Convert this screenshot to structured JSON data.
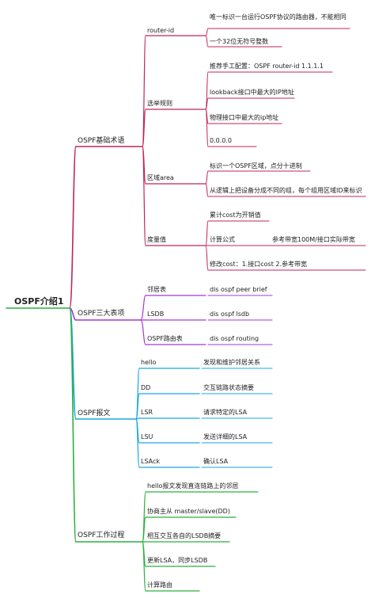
{
  "colors": {
    "pink": "#c0245c",
    "purple": "#a13bd6",
    "blue": "#1aa7e0",
    "green": "#2ab13c"
  },
  "mindmap": {
    "root": "OSPF介绍1",
    "branches": [
      {
        "label": "OSPF基础术语",
        "color": "pink",
        "children": [
          {
            "label": "router-id",
            "children": [
              {
                "label": "唯一标识一台运行OSPF协议的路由器，不能相同"
              },
              {
                "label": "一个32位无符号整数"
              }
            ]
          },
          {
            "label": "选举规则",
            "children": [
              {
                "label": "推荐手工配置：OSPF router-id 1.1.1.1"
              },
              {
                "label": "lookback接口中最大的IP地址"
              },
              {
                "label": "物理接口中最大的ip地址"
              },
              {
                "label": "0.0.0.0"
              }
            ]
          },
          {
            "label": "区域area",
            "children": [
              {
                "label": "标识一个OSPF区域，点分十进制"
              },
              {
                "label": "从逻辑上把设备分成不同的组，每个组用区域ID来标识"
              }
            ]
          },
          {
            "label": "度量值",
            "children": [
              {
                "label": "累计cost为开销值"
              },
              {
                "label": "计算公式",
                "children": [
                  {
                    "label": "参考带宽100M/接口实际带宽"
                  }
                ]
              },
              {
                "label": "修改cost：1.接口cost 2.参考带宽"
              }
            ]
          }
        ]
      },
      {
        "label": "OSPF三大表项",
        "color": "purple",
        "children": [
          {
            "label": "邻居表",
            "children": [
              {
                "label": "dis ospf peer brief"
              }
            ]
          },
          {
            "label": "LSDB",
            "children": [
              {
                "label": "dis ospf lsdb"
              }
            ]
          },
          {
            "label": "OSPF路由表",
            "children": [
              {
                "label": "dis ospf routing"
              }
            ]
          }
        ]
      },
      {
        "label": "OSPF报文",
        "color": "blue",
        "children": [
          {
            "label": "hello",
            "children": [
              {
                "label": "发现和维护邻居关系"
              }
            ]
          },
          {
            "label": "DD",
            "children": [
              {
                "label": "交互链路状态摘要"
              }
            ]
          },
          {
            "label": "LSR",
            "children": [
              {
                "label": "请求特定的LSA"
              }
            ]
          },
          {
            "label": "LSU",
            "children": [
              {
                "label": "发送详细的LSA"
              }
            ]
          },
          {
            "label": "LSAck",
            "children": [
              {
                "label": "确认LSA"
              }
            ]
          }
        ]
      },
      {
        "label": "OSPF工作过程",
        "color": "green",
        "children": [
          {
            "label": "hello报文发现直连链路上的邻居"
          },
          {
            "label": "协商主从 master/slave(DD)"
          },
          {
            "label": "相互交互各自的LSDB摘要"
          },
          {
            "label": "更新LSA，同步LSDB"
          },
          {
            "label": "计算路由"
          }
        ]
      }
    ]
  }
}
